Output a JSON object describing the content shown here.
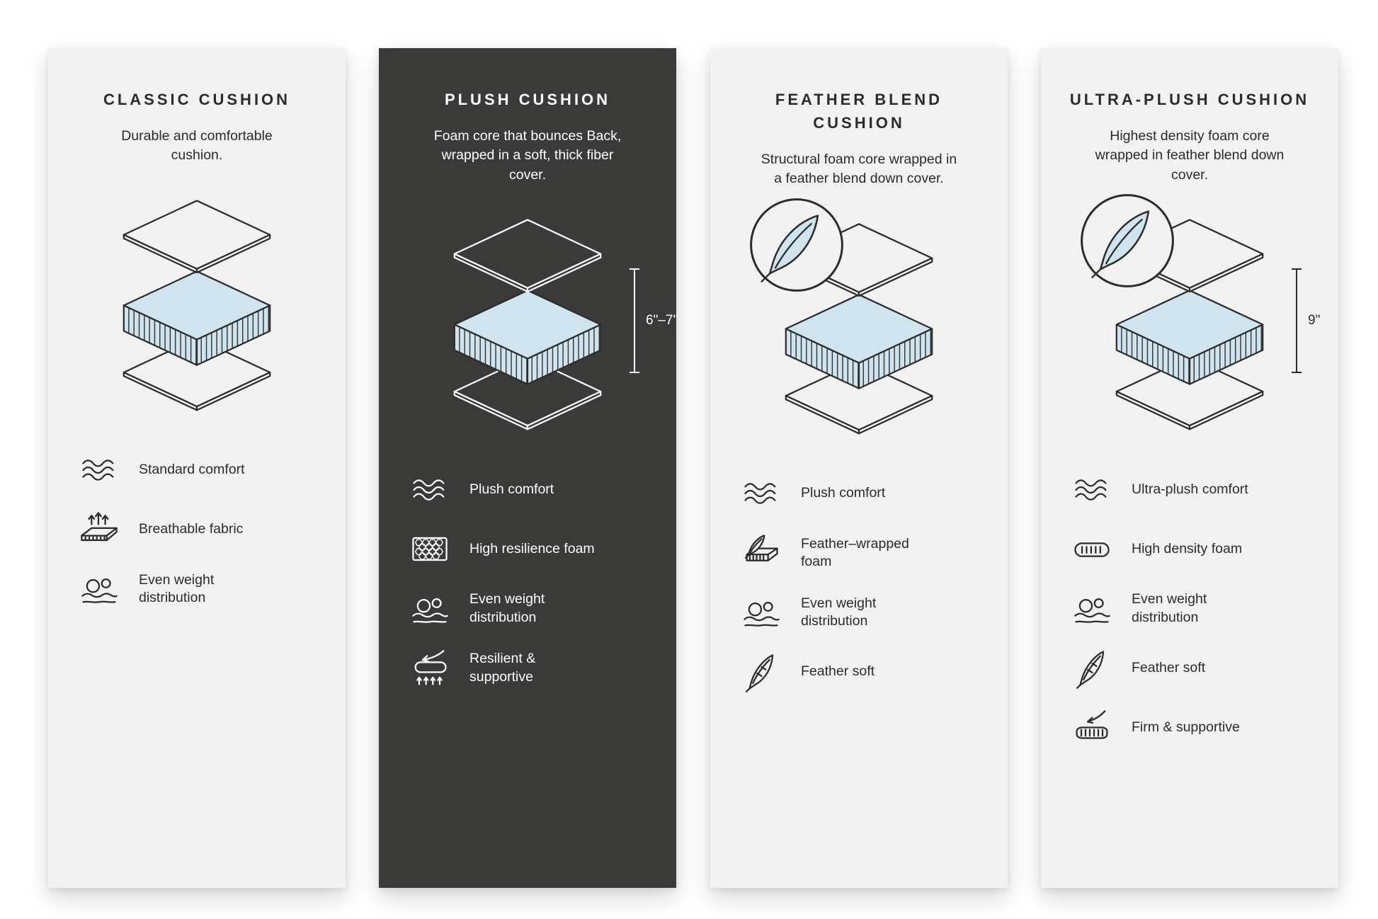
{
  "colors": {
    "page_background": "#ffffff",
    "panel_light": "#f2f2f2",
    "panel_dark": "#3a3a38",
    "text_dark": "#2b2b2b",
    "text_light": "#ffffff",
    "foam_blue": "#cfe4ee",
    "outline": "#2c2c2c"
  },
  "panels": [
    {
      "id": "classic",
      "theme": "light",
      "title": "CLASSIC CUSHION",
      "description": "Durable and comfortable cushion.",
      "illustration": "layered-cushion-diagram",
      "features": [
        {
          "icon": "comfort-waves-icon",
          "label": "Standard comfort"
        },
        {
          "icon": "breathable-fabric-icon",
          "label": "Breathable fabric"
        },
        {
          "icon": "weight-distribution-icon",
          "label": "Even weight distribution"
        }
      ]
    },
    {
      "id": "plush",
      "theme": "dark",
      "title": "PLUSH CUSHION",
      "description": "Foam core that bounces Back, wrapped in a soft, thick fiber cover.",
      "illustration": "layered-cushion-diagram",
      "dimension": "6\"–7\"",
      "features": [
        {
          "icon": "comfort-waves-icon",
          "label": "Plush comfort"
        },
        {
          "icon": "high-resilience-foam-icon",
          "label": "High resilience foam"
        },
        {
          "icon": "weight-distribution-icon",
          "label": "Even weight distribution"
        },
        {
          "icon": "resilient-supportive-icon",
          "label": "Resilient & supportive"
        }
      ]
    },
    {
      "id": "feather-blend",
      "theme": "light",
      "title": "FEATHER BLEND CUSHION",
      "description": "Structural foam core wrapped in a feather blend down cover.",
      "illustration": "layered-cushion-diagram",
      "badge": "feather",
      "features": [
        {
          "icon": "comfort-waves-icon",
          "label": "Plush comfort"
        },
        {
          "icon": "feather-wrapped-foam-icon",
          "label": "Feather–wrapped foam"
        },
        {
          "icon": "weight-distribution-icon",
          "label": "Even weight distribution"
        },
        {
          "icon": "feather-soft-icon",
          "label": "Feather soft"
        }
      ]
    },
    {
      "id": "ultra-plush",
      "theme": "light",
      "title": "ULTRA-PLUSH CUSHION",
      "description": "Highest density foam core wrapped in feather blend down cover.",
      "illustration": "layered-cushion-diagram",
      "badge": "feather",
      "dimension": "9\"",
      "features": [
        {
          "icon": "comfort-waves-icon",
          "label": "Ultra-plush comfort"
        },
        {
          "icon": "high-density-foam-icon",
          "label": "High density foam"
        },
        {
          "icon": "weight-distribution-icon",
          "label": "Even weight distribution"
        },
        {
          "icon": "feather-soft-icon",
          "label": "Feather soft"
        },
        {
          "icon": "firm-supportive-icon",
          "label": "Firm & supportive"
        }
      ]
    }
  ]
}
